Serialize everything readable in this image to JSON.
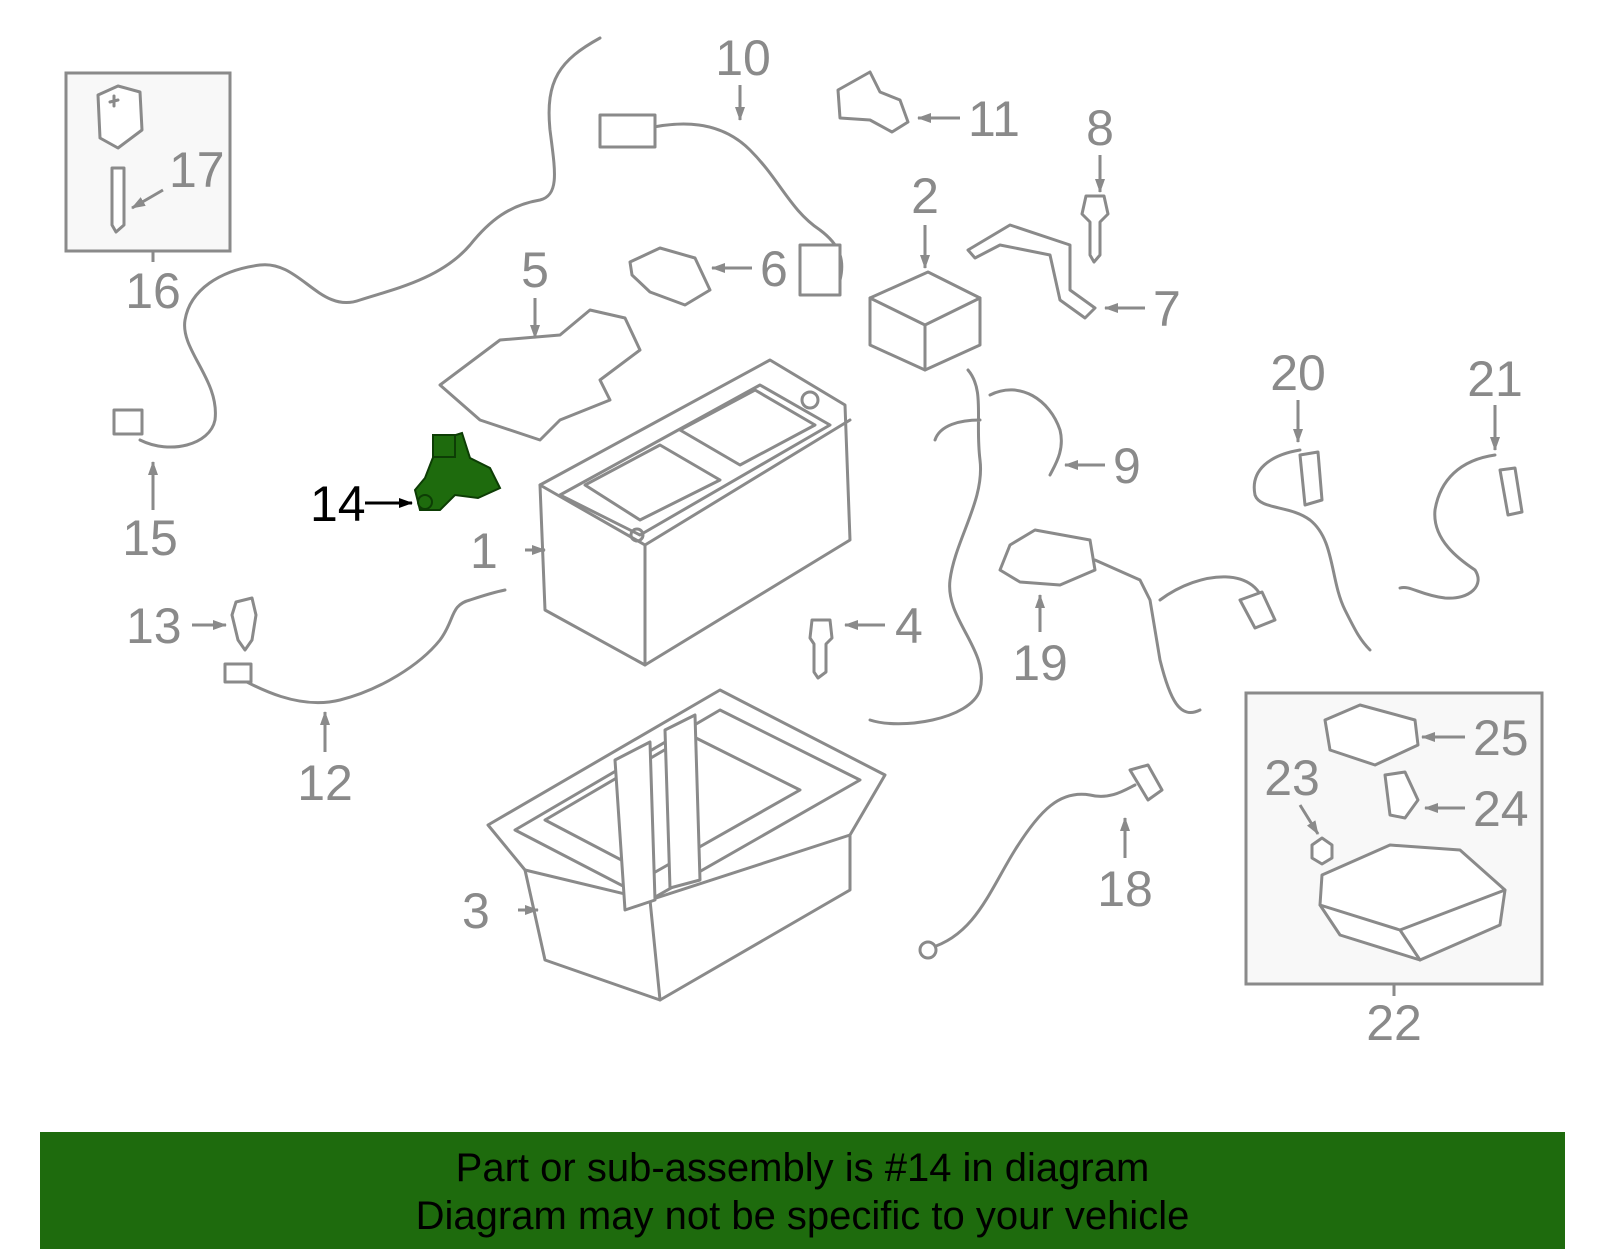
{
  "diagram": {
    "highlight_color": "#1e6b0d",
    "highlighted_part": "14",
    "labels": {
      "l1": "1",
      "l2": "2",
      "l3": "3",
      "l4": "4",
      "l5": "5",
      "l6": "6",
      "l7": "7",
      "l8": "8",
      "l9": "9",
      "l10": "10",
      "l11": "11",
      "l12": "12",
      "l13": "13",
      "l14": "14",
      "l15": "15",
      "l16": "16",
      "l17": "17",
      "l18": "18",
      "l19": "19",
      "l20": "20",
      "l21": "21",
      "l22": "22",
      "l23": "23",
      "l24": "24",
      "l25": "25"
    }
  },
  "banner": {
    "line1": "Part or sub-assembly is #14 in diagram",
    "line2": "Diagram may not be specific to your vehicle",
    "background": "#1e6b0d"
  }
}
